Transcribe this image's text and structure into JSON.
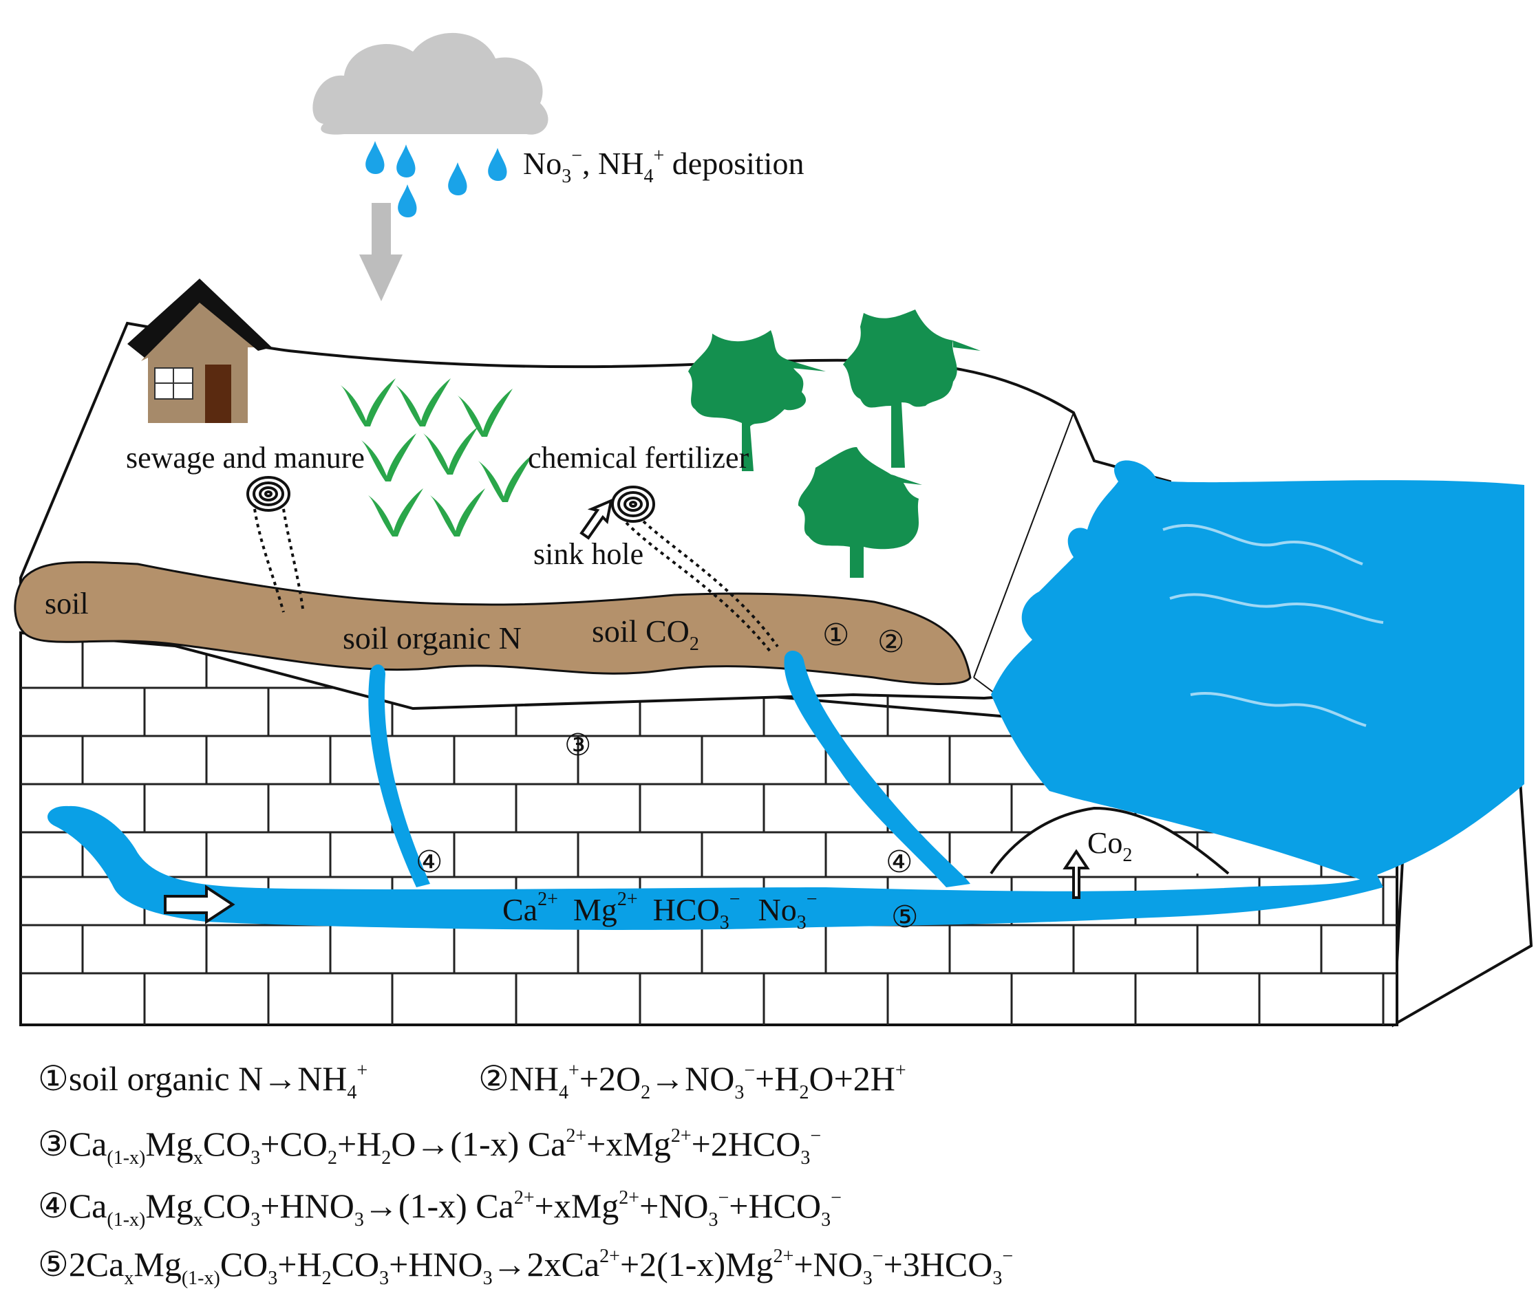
{
  "diagram": {
    "deposition": {
      "main": "No",
      "sub": "3",
      "sup": "−",
      "sep": ", NH",
      "sub2": "4",
      "sup2": "+",
      "tail": " deposition"
    },
    "labels": {
      "sewage": "sewage and manure",
      "fertilizer": "chemical fertilizer",
      "sinkhole": "sink hole",
      "soil": "soil",
      "soil_organic_n": "soil organic N",
      "soil_co2_main": "soil CO",
      "soil_co2_sub": "2",
      "co2_cave_main": "Co",
      "co2_cave_sub": "2",
      "marker_1": "①",
      "marker_2": "②",
      "marker_3": "③",
      "marker_4a": "④",
      "marker_4b": "④",
      "marker_5": "⑤"
    },
    "ions": {
      "ca": "Ca",
      "ca_sup": "2+",
      "mg": "Mg",
      "mg_sup": "2+",
      "hco": "HCO",
      "hco_sub": "3",
      "hco_sup": "−",
      "no": "No",
      "no_sub": "3",
      "no_sup": "−"
    },
    "equations": {
      "e1": {
        "a": "①soil organic N→NH",
        "s4": "4",
        "p": "+"
      },
      "e2": {
        "a": "②NH",
        "s4": "4",
        "p": "+",
        "b": "+2O",
        "s2": "2",
        "c": "→NO",
        "s3": "3",
        "m": "−",
        "d": "+H",
        "s2b": "2",
        "e": "O+2H",
        "p2": "+"
      },
      "e3": {
        "a": "③Ca",
        "s1": "(1-x)",
        "b": "Mg",
        "sx": "x",
        "c": "CO",
        "s3": "3",
        "d": "+CO",
        "s2": "2",
        "e": "+H",
        "s2b": "2",
        "f": "O→(1-x) Ca",
        "p1": "2+",
        "g": "+xMg",
        "p2": "2+",
        "h": "+2HCO",
        "s3b": "3",
        "m": "−"
      },
      "e4": {
        "a": "④Ca",
        "s1": "(1-x)",
        "b": "Mg",
        "sx": "x",
        "c": "CO",
        "s3": "3",
        "d": "+HNO",
        "s3b": "3",
        "e": "→(1-x) Ca",
        "p1": "2+",
        "f": "+xMg",
        "p2": "2+",
        "g": "+NO",
        "s3c": "3",
        "m1": "−",
        "h": "+HCO",
        "s3d": "3",
        "m2": "−"
      },
      "e5": {
        "a": "⑤2Ca",
        "sx": "x",
        "b": "Mg",
        "s1": "(1-x)",
        "c": "CO",
        "s3": "3",
        "d": "+H",
        "s2": "2",
        "e": "CO",
        "s3b": "3",
        "f": "+HNO",
        "s3c": "3",
        "g": "→2xCa",
        "p1": "2+",
        "h": "+2(1-x)Mg",
        "p2": "2+",
        "i": "+NO",
        "s3d": "3",
        "m1": "−",
        "j": "+3HCO",
        "s3e": "3",
        "m2": "−"
      }
    }
  },
  "colors": {
    "water": "#0aa0e6",
    "soil": "#b4916b",
    "tree": "#14904f",
    "grass": "#2aa64a",
    "cloud": "#c8c8c8",
    "rain": "#1aa3e8",
    "house_wall": "#a68a6a",
    "door": "#5a2a10"
  }
}
